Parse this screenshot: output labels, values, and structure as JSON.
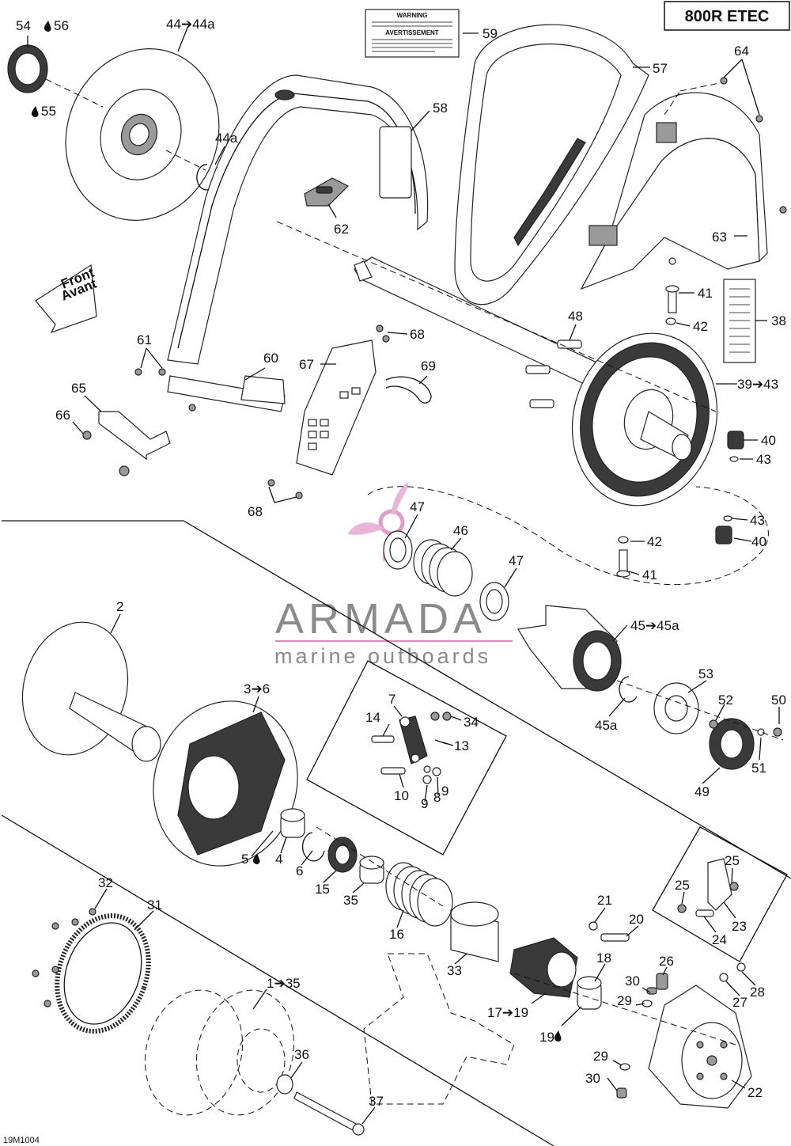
{
  "model_badge": "800R ETEC",
  "figure_code": "19M1004",
  "front_arrow": {
    "line1": "Front",
    "line2": "Avant"
  },
  "warning_label": {
    "line1": "WARNING",
    "line2": "AVERTISSEMENT"
  },
  "watermark": {
    "brand": "ARMADA",
    "tagline": "marine outboards"
  },
  "callouts": [
    "54",
    "56",
    "55",
    "44➔44a",
    "44a",
    "59",
    "57",
    "64",
    "58",
    "62",
    "63",
    "41",
    "42",
    "48",
    "38",
    "61",
    "60",
    "67",
    "68",
    "68",
    "69",
    "65",
    "66",
    "39➔43",
    "40",
    "43",
    "43",
    "40",
    "42",
    "41",
    "47",
    "46",
    "47",
    "45➔45a",
    "45a",
    "53",
    "52",
    "50",
    "51",
    "49",
    "2",
    "3➔6",
    "7",
    "14",
    "34",
    "13",
    "10",
    "9",
    "8",
    "9",
    "5",
    "4",
    "6",
    "15",
    "35",
    "16",
    "33",
    "32",
    "31",
    "1➔35",
    "36",
    "37",
    "21",
    "20",
    "18",
    "17➔19",
    "19",
    "25",
    "25",
    "23",
    "24",
    "26",
    "30",
    "29",
    "27",
    "28",
    "29",
    "30",
    "22"
  ]
}
